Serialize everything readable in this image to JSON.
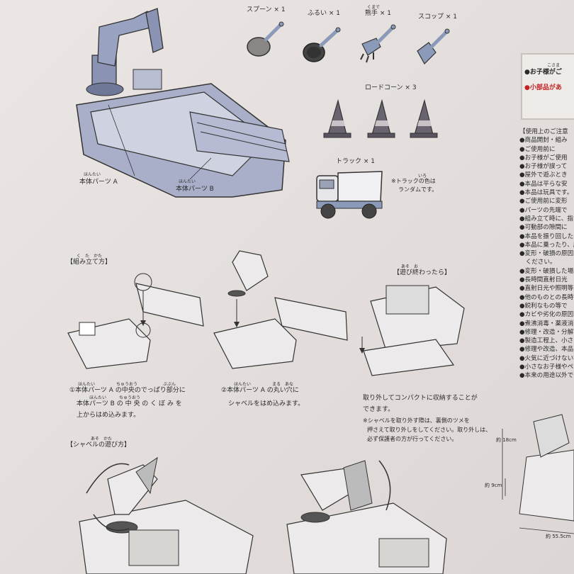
{
  "parts": {
    "spoon": "スプーン × 1",
    "sieve": "ふるい × 1",
    "rake": "熊手 × 1",
    "rake_ruby": "くまで",
    "shovel": "スコップ × 1",
    "cones": "ロードコーン × 3",
    "truck": "トラック × 1",
    "truck_note_1": "※トラックの色は",
    "truck_note_2": "ランダムです。",
    "truck_note_ruby": "いろ",
    "body_a": "本体パーツ A",
    "body_a_ruby": "ほんたい",
    "body_b": "本体パーツ B",
    "body_b_ruby": "ほんたい"
  },
  "assembly": {
    "title": "【組み立て方】",
    "title_ruby": "く　た　かた",
    "step1_line1": "①本体パーツ A の中央のでっぱり部分に",
    "step1_line2": "本体パーツ B の 中 央 の く ぼ み を",
    "step1_line3": "上からはめ込みます。",
    "step1_ruby1": "ほんたい　　　　　ちゅうおう　　　　　　ぶぶん",
    "step1_ruby2": "ほんたい　　　ちゅうおう",
    "step2_line1": "②本体パーツ A の丸い穴に",
    "step2_line2": "シャベルをはめ込みます。",
    "step2_ruby1": "ほんたい　　　　　まる　あな"
  },
  "after_play": {
    "title": "【遊び終わったら】",
    "title_ruby": "あそ　お",
    "line1": "取り外してコンパクトに収納することが",
    "line2": "できます。",
    "note1": "※シャベルを取り外す際は、裏側のツメを",
    "note2": "押さえて取り外しをしてください。取り外しは、",
    "note3": "必ず保護者の方が行ってください。"
  },
  "shovel_play": {
    "title": "【シャベルの遊び方】",
    "title_ruby": "あそ　かた"
  },
  "warnings": {
    "header_line1": "●お子様がご",
    "header_line2": "●小部品があ",
    "header_ruby": "こさま",
    "title": "【使用上のご注意",
    "items": [
      "●商品開封・組み",
      "●ご使用前に",
      "●お子様がご使用",
      "●お子様が誤って",
      "●屋外で遊ぶとき",
      "●本品は平らな安",
      "●本品は玩具です。",
      "●ご使用前に変形",
      "●パーツの先端で",
      "●組み立て時に、指",
      "●可動部の隙間に",
      "●本品を振り回した",
      "●本品に乗ったり、座",
      "●変形・破損の原因",
      "　ください。",
      "●変形・破損した場合",
      "●長時間直射日光",
      "●直射日光や照明等",
      "●他のものとの長時",
      "●鋭利なもの等で",
      "●カビや劣化の原因",
      "●煮沸消毒・薬液消",
      "●修理・改造・分解",
      "●製造工程上、小さな",
      "●修理や改造、本品を",
      "●火気に近づけないで",
      "●小さなお子様やペット",
      "●本来の用途以外で"
    ]
  },
  "dimensions": {
    "height": "約 18cm",
    "depth": "約 9cm",
    "width": "約 55.5cm"
  }
}
